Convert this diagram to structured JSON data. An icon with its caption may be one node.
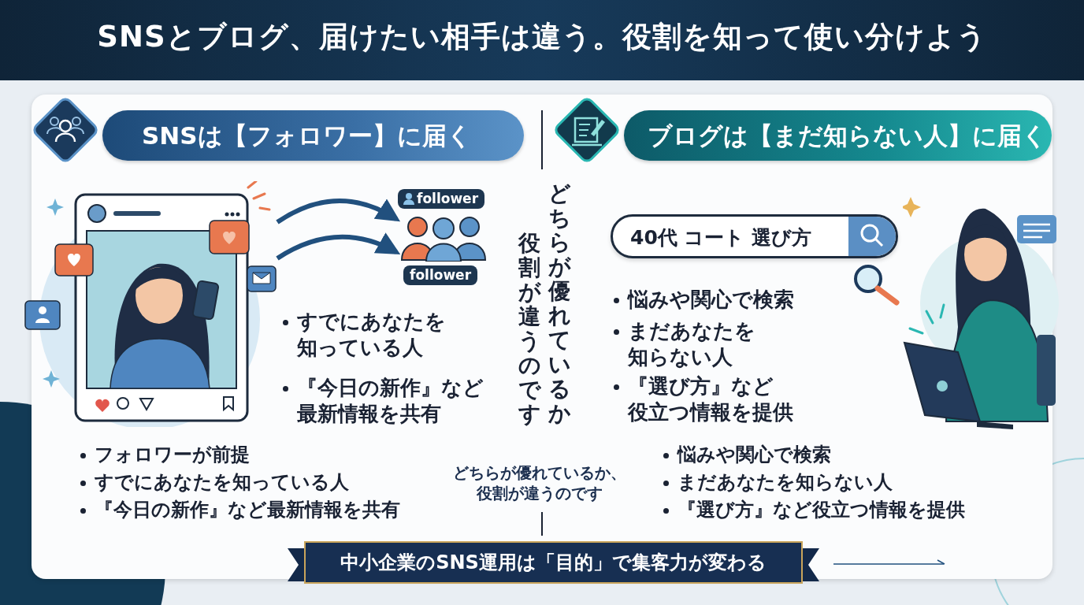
{
  "diagram": {
    "title": "SNSとブログ、届けたい相手は違う。役割を知って使い分けよう",
    "nodes": [
      {
        "text": [
          "SNSは【フォロワー】に届く"
        ]
      },
      {
        "text": [
          "ブログは【まだ知らない人】に届く"
        ]
      },
      {
        "text": [],
        "shape": "picture"
      },
      {
        "text": [
          "follower",
          "follower"
        ]
      },
      {
        "text": [
          "40代 コート 選び方"
        ]
      },
      {
        "text": [
          "中小企業のSNS運用は「目的」で集客力が変わる"
        ]
      }
    ],
    "edges": [
      {
        "from": 2,
        "to": 3,
        "arrow": "to"
      },
      {
        "from": 2,
        "to": 3,
        "arrow": "to"
      }
    ],
    "labels": [
      "どちらが優れているか",
      "役割が違うのです",
      "すでにあなたを知っている人",
      "『今日の新作』など最新情報を共有",
      "悩みや関心で検索",
      "まだあなたを知らない人",
      "『選び方』など役立つ情報を提供",
      "フォロワーが前提",
      "すでにあなたを知っている人",
      "『今日の新作』など最新情報を共有",
      "どちらが優れているか、役割が違うのです",
      "悩みや関心で検索",
      "まだあなたを知らない人",
      "『選び方』など役立つ情報を提供"
    ]
  }
}
